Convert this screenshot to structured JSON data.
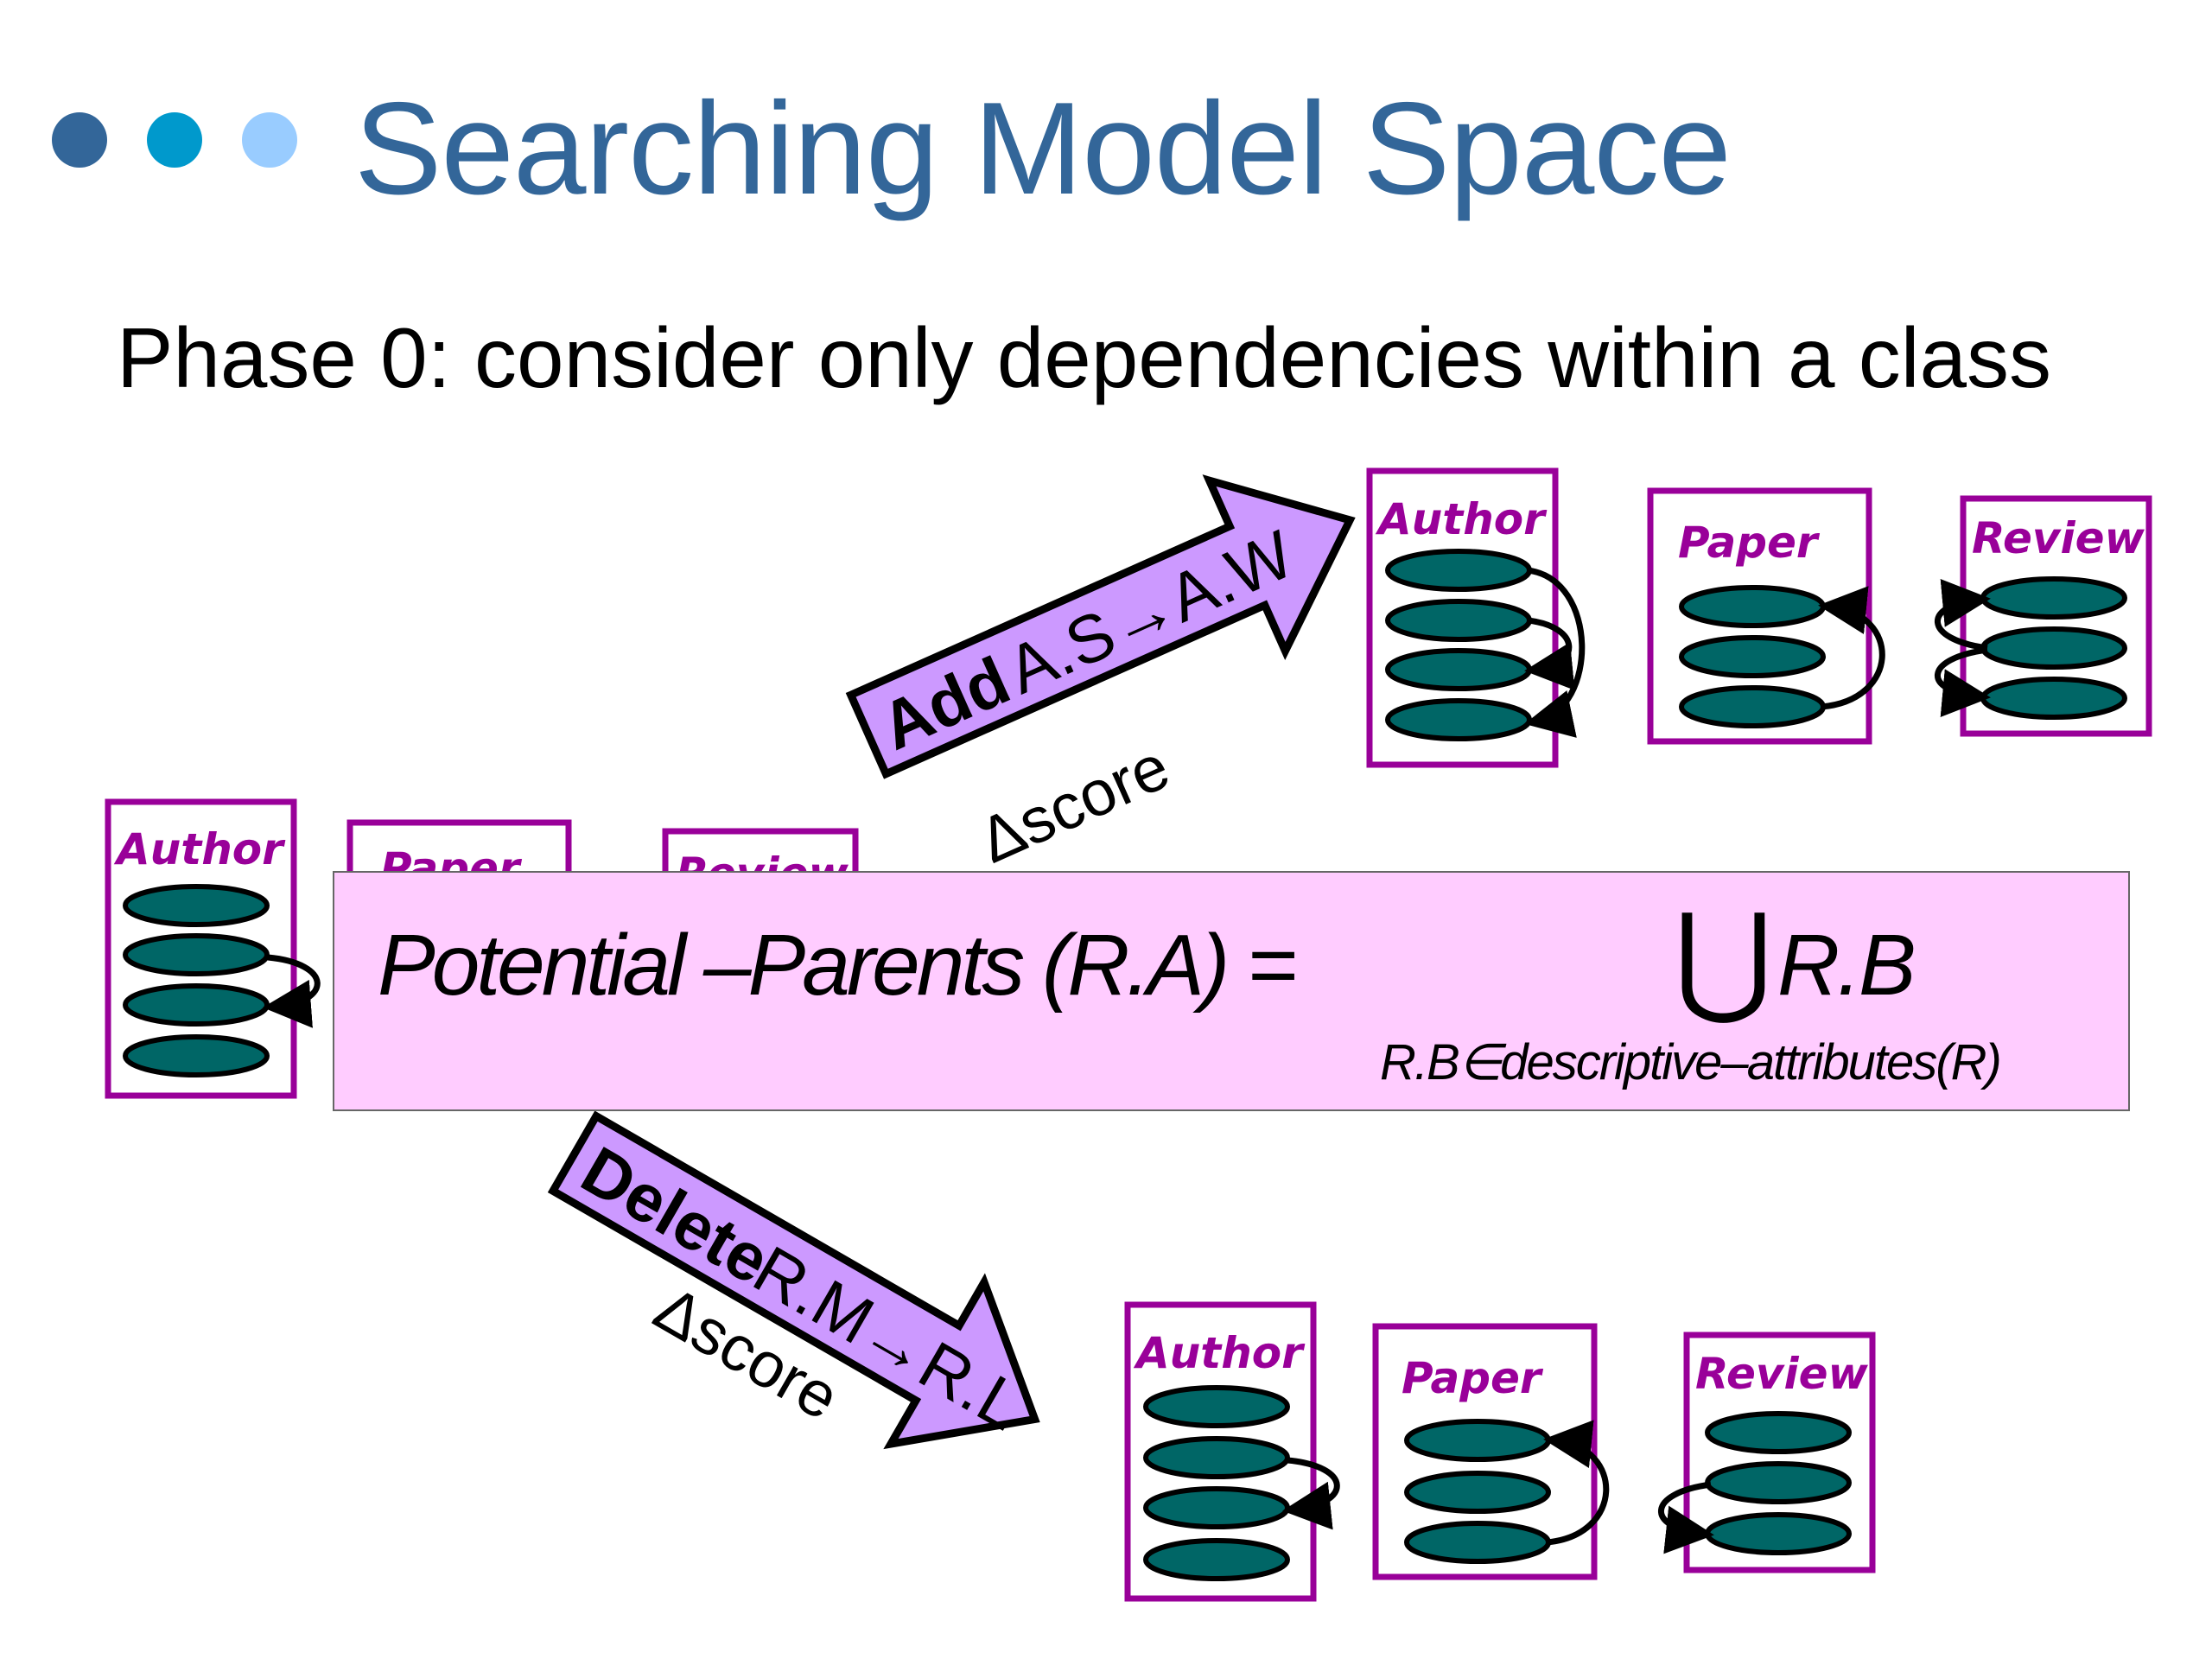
{
  "slide": {
    "title": "Searching Model Space",
    "subtitle": "Phase 0: consider only dependencies within a class",
    "bullet_colors": [
      "#336699",
      "#0099cc",
      "#99ccff"
    ]
  },
  "colors": {
    "box_border": "#990099",
    "class_label": "#990099",
    "attribute_fill": "#006666",
    "arrow_fill": "#cc99ff",
    "formula_bg": "#ffccff"
  },
  "labels": {
    "author": "Author",
    "paper": "Paper",
    "review": "Review"
  },
  "add_arrow": {
    "op": "Add",
    "edge": "A.S→A.W",
    "delta": "Δscore"
  },
  "delete_arrow": {
    "op": "Delete",
    "edge": "R.M→R.L",
    "delta": "Δscore"
  },
  "formula": {
    "lhs": "Potential –Parents (R.A) =",
    "union_symbol": "⋃",
    "rhs": "R.B",
    "subscript": "R.B∈descriptive–attributes(R)"
  }
}
